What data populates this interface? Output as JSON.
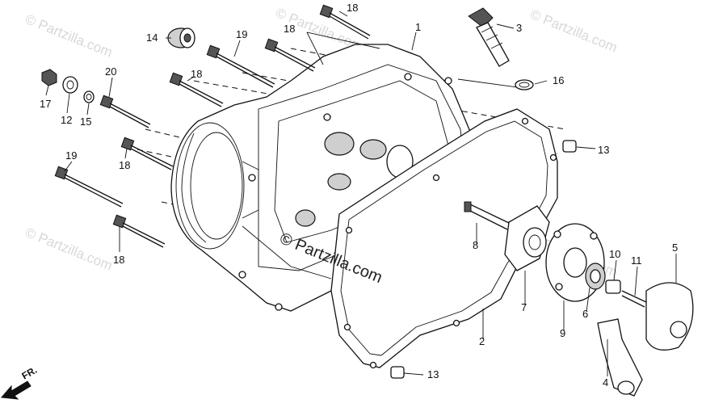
{
  "watermarks": [
    "© Partzilla.com",
    "© Partzilla.com",
    "© Partzilla.com",
    "© Partzilla.com",
    "© Partzilla.com"
  ],
  "center_watermark": "© Partzilla.com",
  "direction_label": "FR.",
  "callouts": [
    "1",
    "2",
    "3",
    "4",
    "5",
    "6",
    "7",
    "8",
    "9",
    "10",
    "11",
    "12",
    "13",
    "13",
    "14",
    "15",
    "16",
    "17",
    "18",
    "18",
    "18",
    "18",
    "18",
    "19",
    "19",
    "20"
  ]
}
